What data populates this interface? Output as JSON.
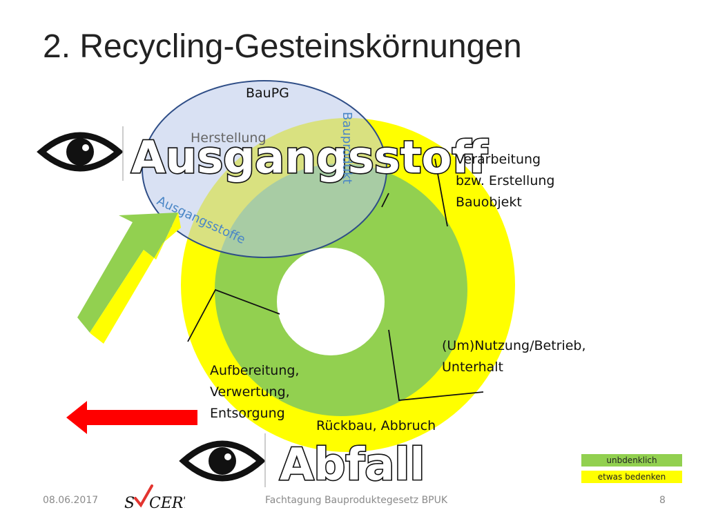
{
  "slide": {
    "title": "2. Recycling-Gesteinskörnungen",
    "page_number": "8"
  },
  "diagram": {
    "ellipse_label": "BauPG",
    "herstellung_label": "Herstellung",
    "ausgangsstoffe_label": "Ausgangsstoffe",
    "bauprodukt_label": "Bauprodukt",
    "big_word_top": "Ausgangsstoff",
    "big_word_bottom": "Abfall",
    "stages": {
      "verarbeitung": [
        "Verarbeitung",
        "bzw. Erstellung",
        "Bauobjekt"
      ],
      "nutzung": [
        "(Um)Nutzung/Betrieb,",
        "Unterhalt"
      ],
      "rueckbau": "Rückbau, Abbruch",
      "aufbereitung": [
        "Aufbereitung,",
        "Verwertung,",
        "Entsorgung"
      ]
    },
    "icons": [
      "eye-icon",
      "green-yellow-arrow-icon",
      "red-arrow-icon"
    ],
    "colors": {
      "yellow_ring": "#ffff00",
      "green_ring": "#92d050",
      "ellipse_fill": "#c8d3ec",
      "ellipse_stroke": "#2f4e87",
      "blue_text": "#4a86c6",
      "red_arrow": "#ff0000"
    }
  },
  "legend": [
    {
      "label": "unbdenklich",
      "color": "#92d050"
    },
    {
      "label": "etwas bedenken",
      "color": "#ffff00"
    }
  ],
  "footer": {
    "date": "08.06.2017",
    "logo_text": "S CERT",
    "event": "Fachtagung Bauproduktegesetz BPUK"
  }
}
